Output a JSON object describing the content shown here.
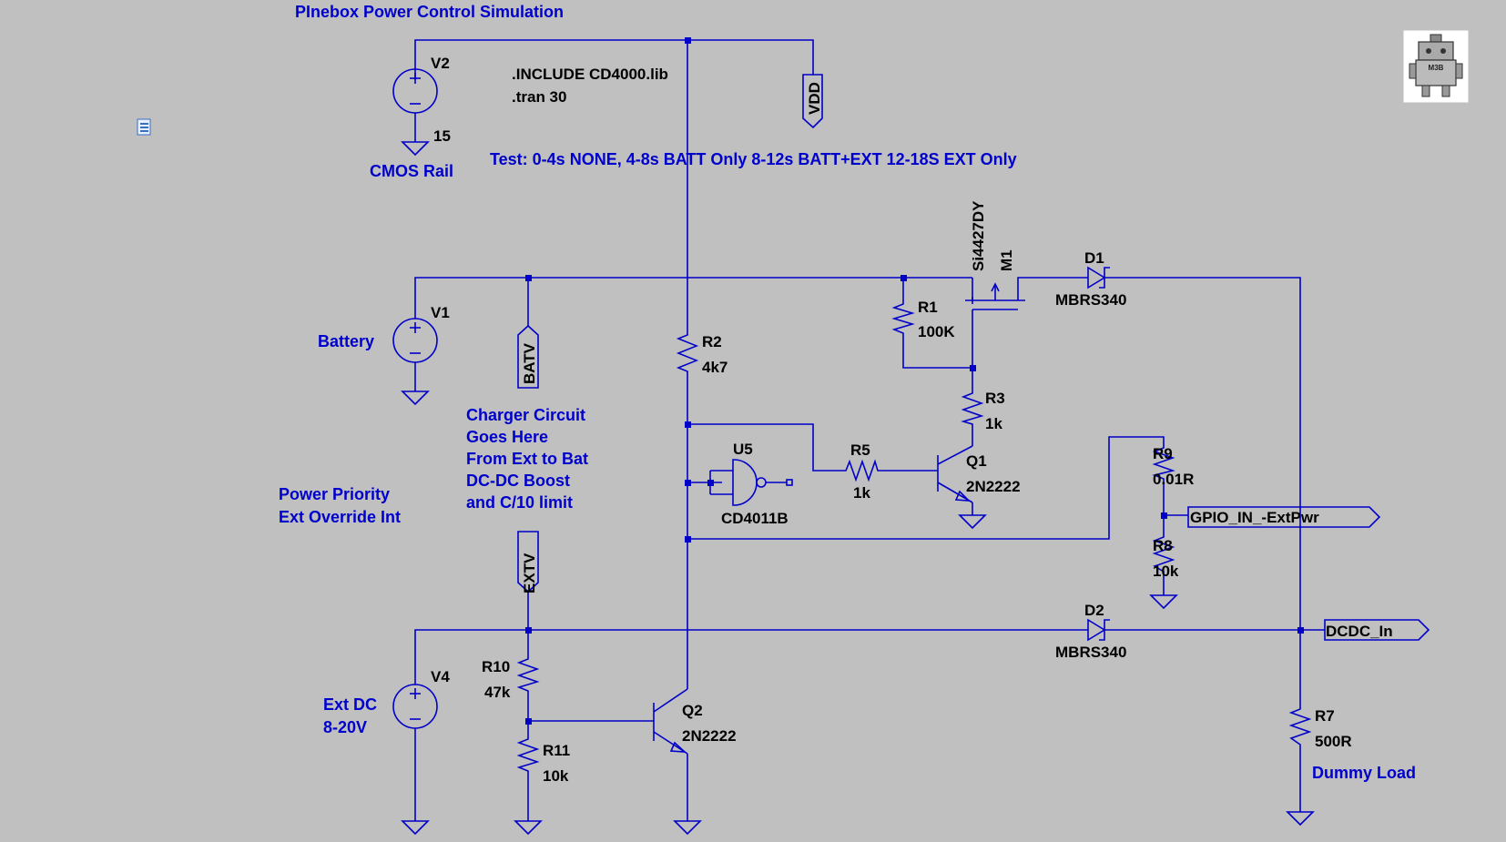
{
  "title": "PInebox Power Control Simulation",
  "directives": {
    "include": ".INCLUDE CD4000.lib",
    "tran": ".tran 30"
  },
  "test_note": "Test: 0-4s NONE, 4-8s BATT Only 8-12s BATT+EXT 12-18S EXT Only",
  "sources": {
    "v2": {
      "name": "V2",
      "value": "15",
      "caption": "CMOS Rail"
    },
    "v1": {
      "name": "V1",
      "caption": "Battery"
    },
    "v4": {
      "name": "V4",
      "caption_line1": "Ext DC",
      "caption_line2": "8-20V"
    }
  },
  "resistors": {
    "r1": {
      "name": "R1",
      "value": "100K"
    },
    "r2": {
      "name": "R2",
      "value": "4k7"
    },
    "r3": {
      "name": "R3",
      "value": "1k"
    },
    "r5": {
      "name": "R5",
      "value": "1k"
    },
    "r7": {
      "name": "R7",
      "value": "500R"
    },
    "r8": {
      "name": "R8",
      "value": "10k"
    },
    "r9": {
      "name": "R9",
      "value": "0.01R"
    },
    "r10": {
      "name": "R10",
      "value": "47k"
    },
    "r11": {
      "name": "R11",
      "value": "10k"
    }
  },
  "transistors": {
    "q1": {
      "name": "Q1",
      "model": "2N2222"
    },
    "q2": {
      "name": "Q2",
      "model": "2N2222"
    },
    "m1": {
      "name": "M1",
      "model": "Si4427DY"
    }
  },
  "diodes": {
    "d1": {
      "name": "D1",
      "model": "MBRS340"
    },
    "d2": {
      "name": "D2",
      "model": "MBRS340"
    }
  },
  "gate": {
    "name": "U5",
    "model": "CD4011B"
  },
  "net_labels": {
    "vdd": "VDD",
    "batv": "BATV",
    "extv": "EXTV",
    "gpio": "GPIO_IN_-ExtPwr",
    "dcdc": "DCDC_In"
  },
  "comments": {
    "charger": [
      "Charger Circuit",
      "Goes Here",
      "From Ext to Bat",
      "DC-DC Boost",
      "and C/10 limit"
    ],
    "priority": [
      "Power Priority",
      "Ext Override Int"
    ],
    "dummy_load": "Dummy Load"
  },
  "logo": {
    "text": "M3B"
  },
  "colors": {
    "wire": "#0000c8",
    "background": "#c0c0c0",
    "comment": "#0000cc"
  }
}
